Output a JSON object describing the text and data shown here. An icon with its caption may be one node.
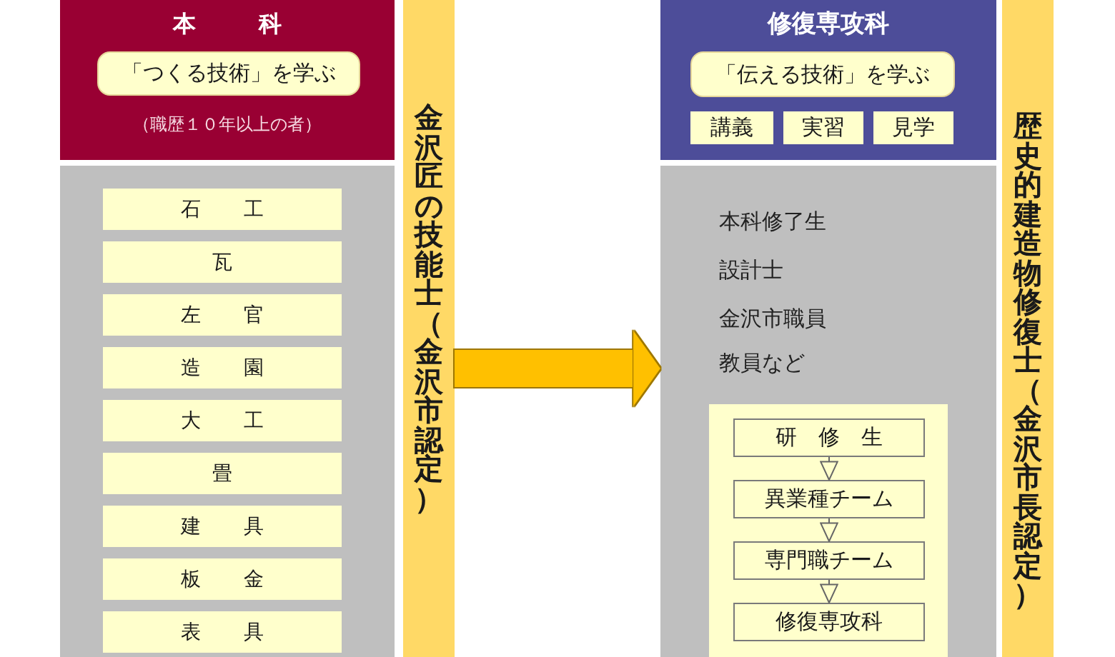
{
  "diagram": {
    "nodes": [
      {
        "text": [
          "本　科",
          "（職歴１０年以上の者）"
        ]
      },
      {
        "text": [
          "「つくる技術」を学ぶ"
        ],
        "in": 0
      },
      {
        "text": [],
        "shape": "box"
      },
      {
        "text": [
          "石　工"
        ],
        "in": 2
      },
      {
        "text": [
          "瓦"
        ],
        "in": 2
      },
      {
        "text": [
          "左　官"
        ],
        "in": 2
      },
      {
        "text": [
          "造　園"
        ],
        "in": 2
      },
      {
        "text": [
          "大　工"
        ],
        "in": 2
      },
      {
        "text": [
          "畳"
        ],
        "in": 2
      },
      {
        "text": [
          "建　具"
        ],
        "in": 2
      },
      {
        "text": [
          "板　金"
        ],
        "in": 2
      },
      {
        "text": [
          "表　具"
        ],
        "in": 2
      },
      {
        "text": [
          "金沢匠の技能士（金沢市認定）"
        ]
      },
      {
        "text": [
          "修復専攻科"
        ]
      },
      {
        "text": [
          "「伝える技術」を学ぶ"
        ],
        "in": 13
      },
      {
        "text": [
          "講義"
        ],
        "in": 13
      },
      {
        "text": [
          "実習"
        ],
        "in": 13
      },
      {
        "text": [
          "見学"
        ],
        "in": 13
      },
      {
        "text": [
          "本科修了生",
          "設計士",
          "金沢市職員",
          "教員など"
        ]
      },
      {
        "text": [],
        "shape": "box",
        "in": 18
      },
      {
        "text": [
          "研　修　生"
        ],
        "in": 19
      },
      {
        "text": [
          "異業種チーム"
        ],
        "in": 19
      },
      {
        "text": [
          "専門職チーム"
        ],
        "in": 19
      },
      {
        "text": [
          "修復専攻科"
        ],
        "in": 19
      },
      {
        "text": [
          "歴史的建造物修復士（金沢市長認定）"
        ]
      }
    ],
    "edges": [
      {
        "from": 12,
        "to": 18,
        "arrow": "to",
        "style": "thick",
        "color": "#ffc000"
      },
      {
        "from": 20,
        "to": 21,
        "arrow": "to"
      },
      {
        "from": 21,
        "to": 22,
        "arrow": "to"
      },
      {
        "from": 22,
        "to": 23,
        "arrow": "to"
      }
    ]
  }
}
